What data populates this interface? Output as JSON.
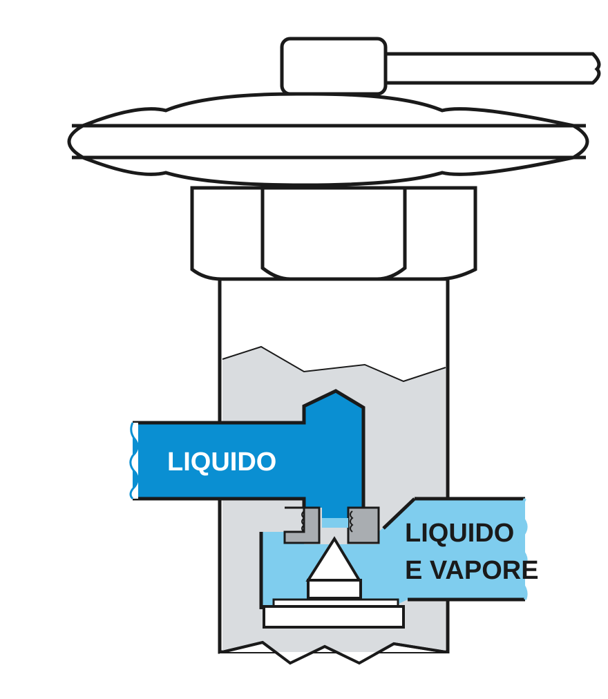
{
  "labels": {
    "inlet": "LIQUIDO",
    "outlet_line1": "LIQUIDO",
    "outlet_line2": "E VAPORE"
  },
  "colors": {
    "outline": "#1a1a1a",
    "liquid_dark": "#0a8fd2",
    "liquid_light": "#7fcdee",
    "body_fill": "#d9dcdf",
    "seat_grey": "#a9adb1",
    "background": "#ffffff"
  }
}
